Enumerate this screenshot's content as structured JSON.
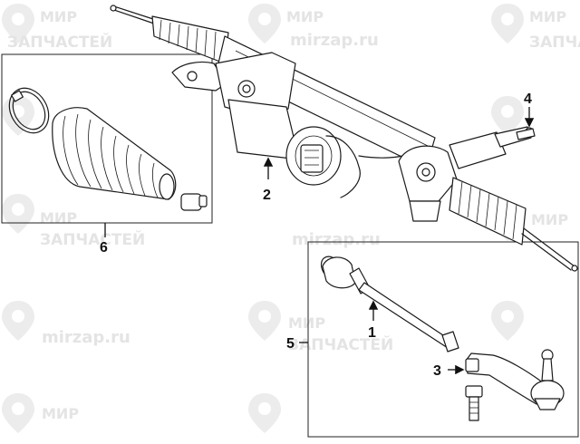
{
  "watermark": {
    "brand_line1": "МИР",
    "brand_line2": "ЗАПЧАСТЕЙ",
    "url": "mirzap.ru"
  },
  "callouts": {
    "c1": "1",
    "c2": "2",
    "c3": "3",
    "c4": "4",
    "c5": "5",
    "c6": "6"
  },
  "colors": {
    "line": "#1a1a1a",
    "watermark": "#e4e4e4",
    "background": "#ffffff"
  }
}
